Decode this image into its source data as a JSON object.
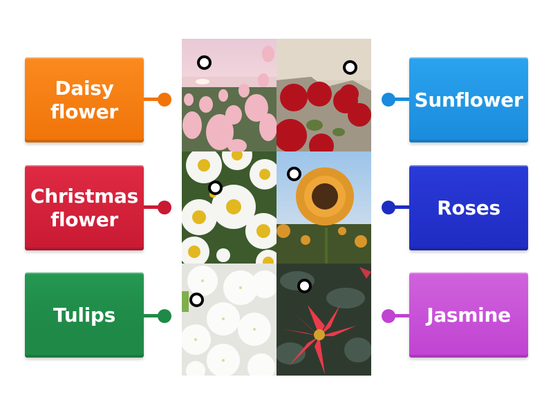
{
  "left_labels": [
    {
      "text": "Daisy flower",
      "line1": "Daisy",
      "line2": "flower",
      "color": "#f57c0c"
    },
    {
      "text": "Christmas flower",
      "line1": "Christmas",
      "line2": "flower",
      "color": "#d31f39"
    },
    {
      "text": "Tulips",
      "line1": "Tulips",
      "line2": "",
      "color": "#1f8a47"
    }
  ],
  "right_labels": [
    {
      "text": "Sunflower",
      "color": "#2196e3"
    },
    {
      "text": "Roses",
      "color": "#2331cc"
    },
    {
      "text": "Jasmine",
      "color": "#c84fd6"
    }
  ],
  "images": [
    {
      "name": "pink-tulips-image",
      "subject": "pink tulips at sunset"
    },
    {
      "name": "red-roses-image",
      "subject": "red roses"
    },
    {
      "name": "white-daisies-image",
      "subject": "white daisies"
    },
    {
      "name": "sunflower-image",
      "subject": "sunflower field"
    },
    {
      "name": "white-jasmine-image",
      "subject": "white jasmine flowers"
    },
    {
      "name": "poinsettia-image",
      "subject": "red poinsettia"
    }
  ]
}
